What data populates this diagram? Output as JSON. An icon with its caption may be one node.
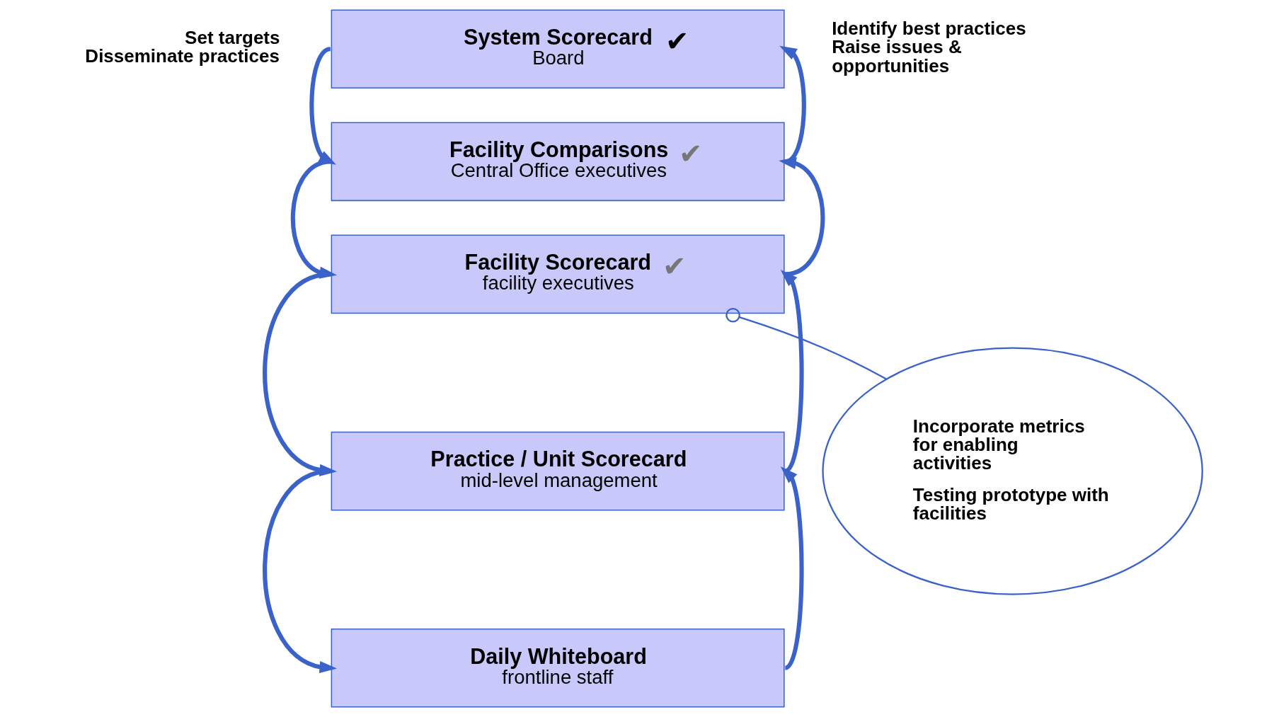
{
  "diagram": {
    "nodes": [
      {
        "text": [
          "System Scorecard",
          "Board",
          "✔"
        ]
      },
      {
        "text": [
          "Facility Comparisons",
          "Central Office executives",
          "✔"
        ]
      },
      {
        "text": [
          "Facility Scorecard",
          "facility executives",
          "✔"
        ]
      },
      {
        "text": [
          "Practice / Unit Scorecard",
          "mid-level management"
        ]
      },
      {
        "text": [
          "Daily Whiteboard",
          "frontline staff"
        ]
      },
      {
        "text": [
          "Incorporate metrics for enabling activities",
          "Testing prototype with facilities"
        ]
      }
    ],
    "edges": [
      {
        "from": 0,
        "to": 1,
        "arrow": "to"
      },
      {
        "from": 1,
        "to": 2,
        "arrow": "to"
      },
      {
        "from": 2,
        "to": 3,
        "arrow": "to"
      },
      {
        "from": 3,
        "to": 4,
        "arrow": "to"
      },
      {
        "from": 1,
        "to": 0,
        "arrow": "to"
      },
      {
        "from": 2,
        "to": 1,
        "arrow": "to"
      },
      {
        "from": 3,
        "to": 2,
        "arrow": "to"
      },
      {
        "from": 4,
        "to": 3,
        "arrow": "to"
      },
      {
        "from": 5,
        "to": 2,
        "arrow": "other"
      }
    ],
    "labels": [
      "Set targets",
      "Disseminate practices",
      "Identify best practices",
      "Raise issues & opportunities"
    ]
  }
}
